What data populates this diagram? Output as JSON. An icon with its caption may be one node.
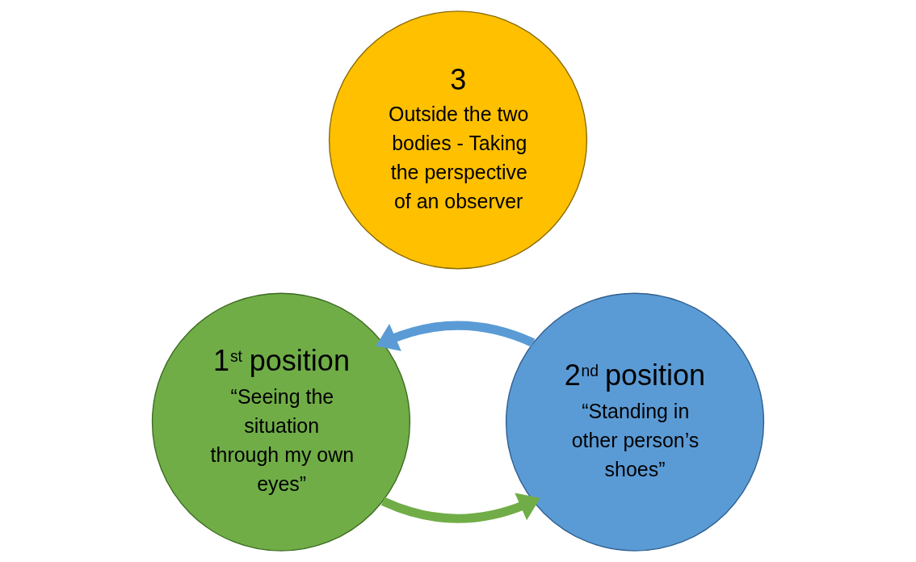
{
  "diagram": {
    "nodes": [
      {
        "text": [
          "3",
          "Outside the two bodies - Taking the perspective of an observer"
        ]
      },
      {
        "text": [
          "1$^{st}$ position",
          "“Seeing the situation through my own eyes”"
        ]
      },
      {
        "text": [
          "2$^{nd}$ position",
          "“Standing in other person’s shoes”"
        ]
      }
    ],
    "edges": [
      {
        "from": 1,
        "to": 2,
        "arrow": "to",
        "color": "#70ad47"
      },
      {
        "from": 2,
        "to": 1,
        "arrow": "to",
        "color": "#5b9bd5"
      }
    ]
  }
}
